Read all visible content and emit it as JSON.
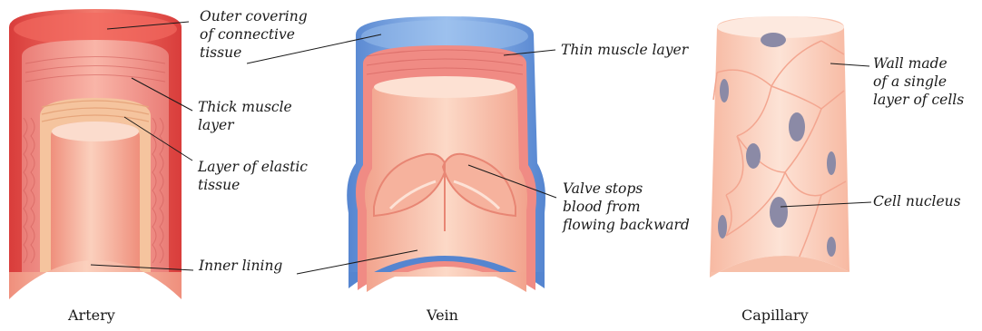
{
  "vessels": {
    "artery": {
      "caption": "Artery",
      "labels": {
        "outer_covering": "Outer covering\nof connective\ntissue",
        "thick_muscle": "Thick muscle\nlayer",
        "elastic_tissue": "Layer of elastic\ntissue",
        "inner_lining": "Inner lining"
      }
    },
    "vein": {
      "caption": "Vein",
      "labels": {
        "thin_muscle": "Thin muscle layer",
        "valve": "Valve stops\nblood from\nflowing backward"
      }
    },
    "capillary": {
      "caption": "Capillary",
      "labels": {
        "wall": "Wall made\nof a single\nlayer of cells",
        "nucleus": "Cell nucleus"
      }
    }
  },
  "colors": {
    "artery_outer": "#e04a45",
    "muscle": "#f08d86",
    "elastic": "#f6c9a0",
    "lumen": "#f7b8a0",
    "vein_outer": "#5f8fd6",
    "capillary_cell": "#fbd6c6",
    "nucleus": "#8d8eaa"
  }
}
